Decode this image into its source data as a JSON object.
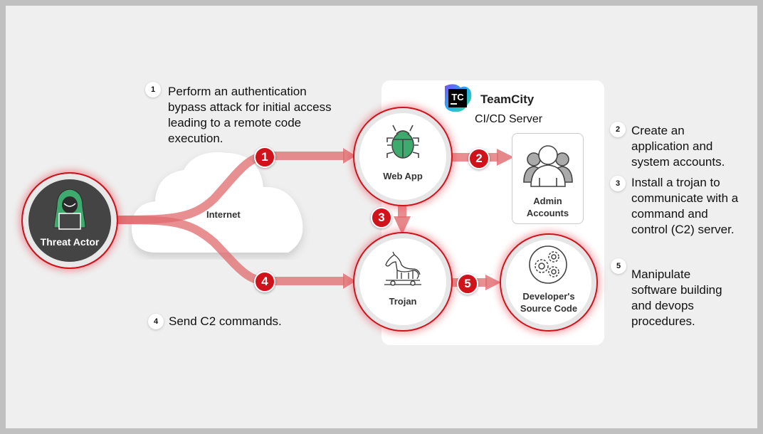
{
  "diagram": {
    "colors": {
      "accent_red": "#d0121b",
      "flow_red": "#e06a6e",
      "icon_green": "#3faa6e",
      "node_dark": "#444444",
      "panel_bg": "#efefef",
      "frame": "#c0c0c0"
    },
    "server": {
      "brand_name": "TeamCity",
      "logo_text": "TC",
      "subtitle": "CI/CD Server"
    },
    "cloud": {
      "label": "Internet"
    },
    "nodes": {
      "threat_actor": {
        "label": "Threat Actor",
        "icon": "hacker-icon"
      },
      "web_app": {
        "label": "Web App",
        "icon": "bug-icon"
      },
      "admin_accounts": {
        "label_line1": "Admin",
        "label_line2": "Accounts",
        "icon": "users-icon"
      },
      "trojan": {
        "label": "Trojan",
        "icon": "trojan-horse-icon"
      },
      "source_code": {
        "label_line1": "Developer's",
        "label_line2": "Source Code",
        "icon": "gears-icon"
      }
    },
    "edges": [
      {
        "from": "threat_actor",
        "to": "web_app",
        "via": "internet",
        "step": "1"
      },
      {
        "from": "web_app",
        "to": "admin_accounts",
        "step": "2"
      },
      {
        "from": "web_app",
        "to": "trojan",
        "step": "3"
      },
      {
        "from": "threat_actor",
        "to": "trojan",
        "via": "internet",
        "step": "4"
      },
      {
        "from": "trojan",
        "to": "source_code",
        "step": "5"
      }
    ],
    "notes": [
      {
        "num": "1",
        "lines": [
          "Perform an authentication",
          "bypass attack for initial access",
          "leading to a remote code",
          "execution."
        ]
      },
      {
        "num": "2",
        "lines": [
          "Create an",
          "application and",
          "system accounts."
        ]
      },
      {
        "num": "3",
        "lines": [
          "Install a trojan to",
          "communicate with a",
          "command and",
          "control (C2) server."
        ]
      },
      {
        "num": "4",
        "lines": [
          "Send C2 commands."
        ]
      },
      {
        "num": "5",
        "lines": [
          "Manipulate",
          "software building",
          "and devops",
          "procedures."
        ]
      }
    ]
  }
}
